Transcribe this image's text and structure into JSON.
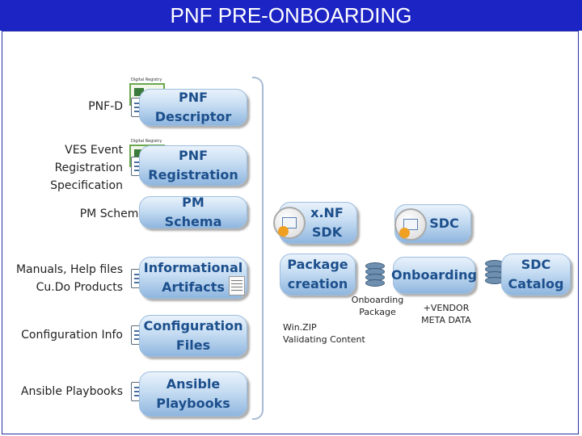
{
  "title": "PNF PRE-ONBOARDING",
  "inputs": {
    "pnf_d": [
      "PNF-D"
    ],
    "ves": [
      "VES Event",
      "Registration",
      "Specification"
    ],
    "pm": [
      "PM Schema"
    ],
    "manuals": [
      "Manuals, Help files",
      "Cu.Do Products"
    ],
    "config": [
      "Configuration Info"
    ],
    "ansible": [
      "Ansible Playbooks"
    ]
  },
  "artifacts": {
    "descriptor": [
      "PNF",
      "Descriptor"
    ],
    "registration": [
      "PNF",
      "Registration"
    ],
    "pm_schema": [
      "PM",
      "Schema"
    ],
    "informational": [
      "Informational",
      "Artifacts"
    ],
    "config_files": [
      "Configuration",
      "Files"
    ],
    "playbooks": [
      "Ansible",
      "Playbooks"
    ]
  },
  "seal_label": "Digital Registry",
  "xnf_sdk": [
    "x.NF",
    "SDK"
  ],
  "sdc": "SDC",
  "package_creation": [
    "Package",
    "creation"
  ],
  "onboarding": "Onboarding",
  "onboarding_package": [
    "Onboarding",
    "Package"
  ],
  "vendor_meta": [
    "+VENDOR",
    "META DATA"
  ],
  "sdc_catalog": [
    "SDC",
    "Catalog"
  ],
  "winzip": [
    "Win.ZIP",
    "Validating Content"
  ],
  "icons": {
    "document": "document-icon",
    "certificate": "certificate-icon",
    "tool": "tool-icon",
    "database": "database-icon"
  },
  "colors": {
    "title_bg": "#1d24c4",
    "box_text": "#1c4f8c",
    "bracket": "#a8bbd4"
  }
}
